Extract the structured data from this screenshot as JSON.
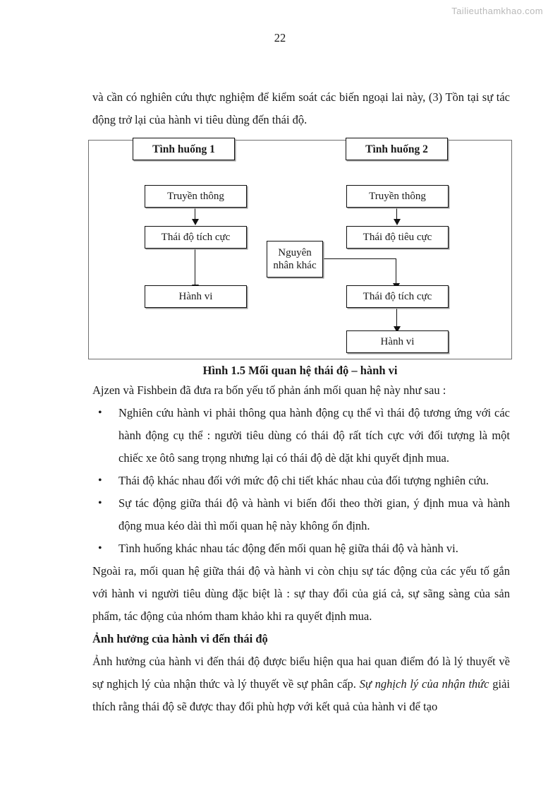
{
  "document": {
    "watermark": "Tailieuthamkhao.com",
    "page_number": "22"
  },
  "body": {
    "intro_paragraph": "và cần có nghiên cứu thực nghiệm để kiểm soát các biến ngoại lai này, (3) Tồn tại sự tác động trở lại của hành vi tiêu dùng đến thái độ.",
    "figure_caption": "Hình 1.5 Mối quan hệ thái độ – hành vi",
    "lead_in": "Ajzen và Fishbein đã đưa ra bốn yếu tố phản ánh mối quan hệ này như sau :",
    "bullet_marker": "•",
    "bullets": [
      "Nghiên cứu hành vi phải thông qua hành động cụ thể vì thái độ tương ứng với các hành động cụ thể : người tiêu dùng có thái độ rất tích cực với đối tượng là một chiếc xe ôtô sang trọng nhưng lại có thái độ dè dặt khi quyết định mua.",
      "Thái độ khác nhau đối với mức độ chi tiết khác nhau của đối tượng nghiên cứu.",
      "Sự tác động giữa thái độ và hành vi biến đổi theo thời gian, ý định mua và hành động mua kéo dài thì mối quan hệ này không ổn định.",
      "Tình huống khác nhau tác động đến mối quan hệ giữa thái độ và hành vi."
    ],
    "closing_paragraph": "Ngoài ra, mối quan hệ giữa thái độ và hành vi còn chịu sự tác động của các yếu tố gắn với hành vi người tiêu dùng đặc biệt là : sự thay đổi của giá cả, sự sãng sàng của sản phẩm, tác động của nhóm tham khảo khi ra quyết định mua.",
    "section_heading": "Ảnh hưởng của hành vi đến thái độ",
    "final_paragraph_part1": "Ảnh hưởng của hành vi đến thái độ được biểu hiện qua hai quan điểm đó là lý thuyết về sự nghịch lý của nhận thức và lý thuyết về sự phân cấp. ",
    "final_paragraph_italic": "Sự nghịch lý của nhận thức",
    "final_paragraph_part2": " giải thích rằng thái độ sẽ được thay đổi phù hợp với kết quả của hành vi để tạo"
  },
  "figure": {
    "nodes": {
      "situation_1": "Tình huống 1",
      "situation_2": "Tình huống 2",
      "media_left": "Truyền thông",
      "media_right": "Truyền thông",
      "positive_attitude_left": "Thái độ tích cực",
      "negative_attitude_right": "Thái độ tiêu cực",
      "other_cause": "Nguyên nhân khác",
      "positive_attitude_right": "Thái độ tích cực",
      "behavior_left": "Hành vi",
      "behavior_right": "Hành vi"
    }
  },
  "colors": {
    "frame_border": "#6f6f6f",
    "node_border": "#0f0f0f",
    "text": "#1a1a1a",
    "watermark": "#b9b9b9"
  }
}
